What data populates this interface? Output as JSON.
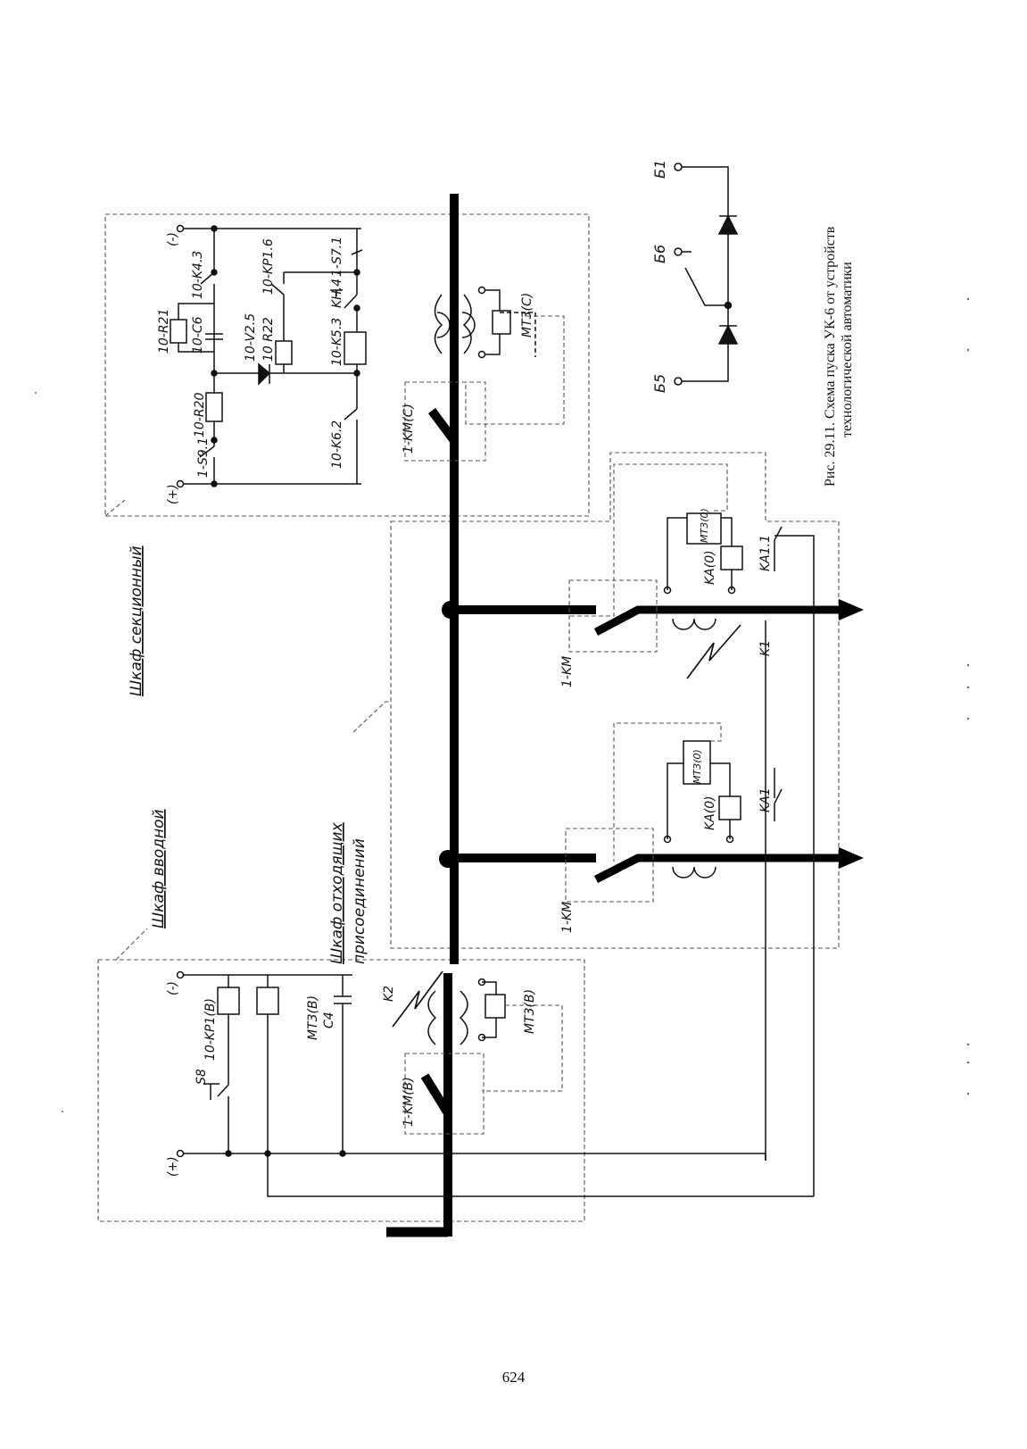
{
  "caption": {
    "line1": "Рис. 29.11. Схема пуска УК-6 от устройств",
    "line2": "технологической автоматики"
  },
  "page_number": "624",
  "cabinets": {
    "section": "Шкаф секционный",
    "input": "Шкаф вводной",
    "outgoing_line1": "Шкаф отходящих",
    "outgoing_line2": "присоединений"
  },
  "section_labels": {
    "pos_term": "(+)",
    "neg_term": "(-)",
    "s91": "1-S9.1",
    "r20": "10-R20",
    "r21": "10-R21",
    "c6": "10-C6",
    "k4_3": "10-K4.3",
    "v25": "10-V2.5",
    "r22": "10 R22",
    "kp1_6": "10-KP1.6",
    "k6_2": "10-K6.2",
    "k5_3": "10-K5.3",
    "kh4": "KH.4",
    "s71": "1-S7.1",
    "km_c": "1-KM(C)",
    "mtz_c": "MT3(C)"
  },
  "outgoing_labels": {
    "km_left": "1-KM",
    "ka_left": "KA(0)",
    "mtz_left": "MT3(0)",
    "ka1_left": "KA1",
    "km_right": "1-KM",
    "ka_right": "KA(0)",
    "mtz_right": "MT3(0)",
    "ka1_right": "KA1.1",
    "k1": "K1"
  },
  "input_labels": {
    "pos_term": "(+)",
    "neg_term": "(-)",
    "s8": "S8",
    "kp1": "10-KP1(B)",
    "mtz_b": "MT3(B)",
    "c4": "C4",
    "k2": "K2",
    "km_b": "1-KM(B)",
    "mtz_b2": "MT3(B)"
  },
  "terminals": {
    "b5": "Б5",
    "b6": "Б6",
    "b1": "Б1"
  }
}
